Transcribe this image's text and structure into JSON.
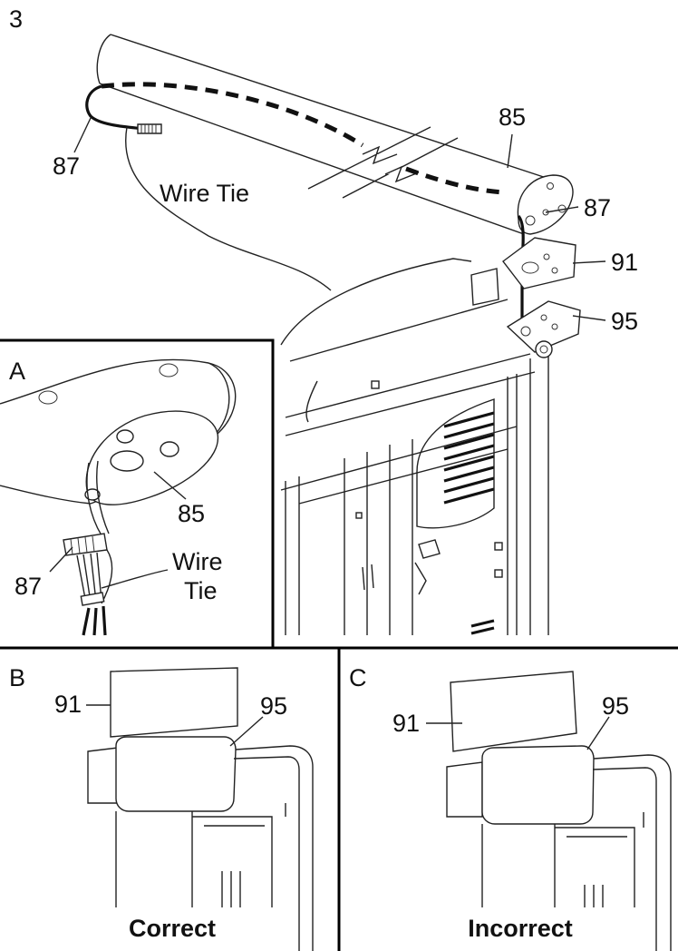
{
  "step": "3",
  "main": {
    "labels": {
      "part_85": "85",
      "part_87_left": "87",
      "part_87_right": "87",
      "part_91": "91",
      "part_95": "95",
      "wire_tie": "Wire Tie"
    }
  },
  "inset_a": {
    "letter": "A",
    "part_85": "85",
    "part_87": "87",
    "wire_tie_line1": "Wire",
    "wire_tie_line2": "Tie"
  },
  "inset_b": {
    "letter": "B",
    "part_91": "91",
    "part_95": "95",
    "caption": "Correct"
  },
  "inset_c": {
    "letter": "C",
    "part_91": "91",
    "part_95": "95",
    "caption": "Incorrect"
  }
}
